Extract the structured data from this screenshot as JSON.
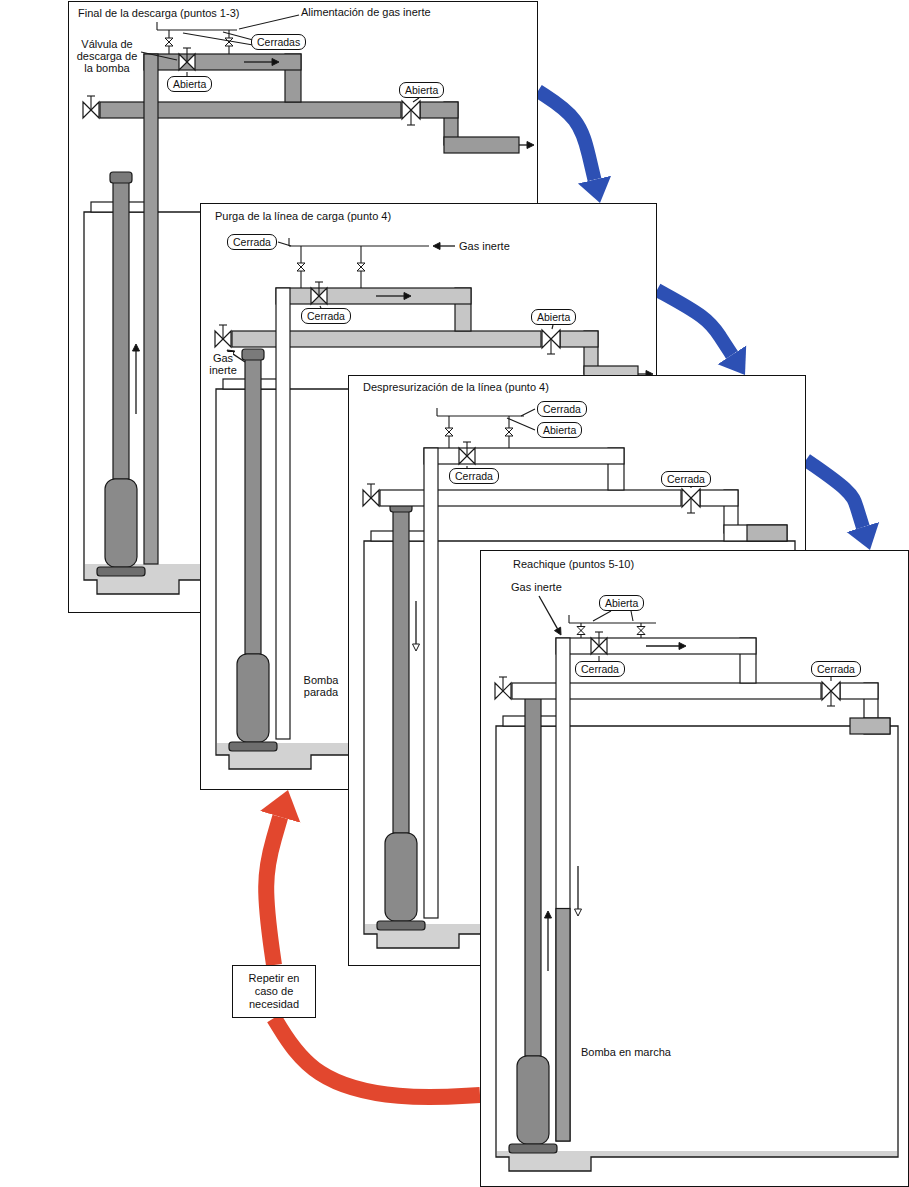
{
  "diagram": {
    "nodes": [
      {
        "text": [
          "Final de la descarga (puntos 1-3)"
        ]
      },
      {
        "text": [
          "Cerradas"
        ],
        "in": 0
      },
      {
        "text": [
          "Abierta"
        ],
        "in": 0
      },
      {
        "text": [
          "Abierta"
        ],
        "in": 0
      },
      {
        "text": [
          "Purga de la línea de carga (punto 4)"
        ]
      },
      {
        "text": [
          "Cerrada"
        ],
        "in": 4
      },
      {
        "text": [
          "Cerrada"
        ],
        "in": 4
      },
      {
        "text": [
          "Abierta"
        ],
        "in": 4
      },
      {
        "text": [
          "Despresurización de la línea (punto 4)"
        ]
      },
      {
        "text": [
          "Cerrada"
        ],
        "in": 8
      },
      {
        "text": [
          "Abierta"
        ],
        "in": 8
      },
      {
        "text": [
          "Cerrada"
        ],
        "in": 8
      },
      {
        "text": [
          "Cerrada"
        ],
        "in": 8
      },
      {
        "text": [
          "Reachique (puntos 5-10)"
        ]
      },
      {
        "text": [
          "Abierta"
        ],
        "in": 13
      },
      {
        "text": [
          "Cerrada"
        ],
        "in": 13
      },
      {
        "text": [
          "Cerrada"
        ],
        "in": 13
      },
      {
        "text": [
          "Repetir en caso de necesidad"
        ]
      }
    ],
    "edges": [
      {
        "from": 0,
        "to": 4,
        "arrow": "to"
      },
      {
        "from": 4,
        "to": 8,
        "arrow": "to"
      },
      {
        "from": 8,
        "to": 13,
        "arrow": "to"
      },
      {
        "from": 13,
        "to": 17,
        "arrow": "none"
      },
      {
        "from": 17,
        "to": 4,
        "arrow": "to"
      }
    ],
    "labels": [
      "Alimentación de gas inerte",
      "Válvula de descarga de la bomba",
      "Gas inerte",
      "Gas inerte",
      "Bomba parada",
      "Gas inerte",
      "Bomba en marcha"
    ]
  }
}
